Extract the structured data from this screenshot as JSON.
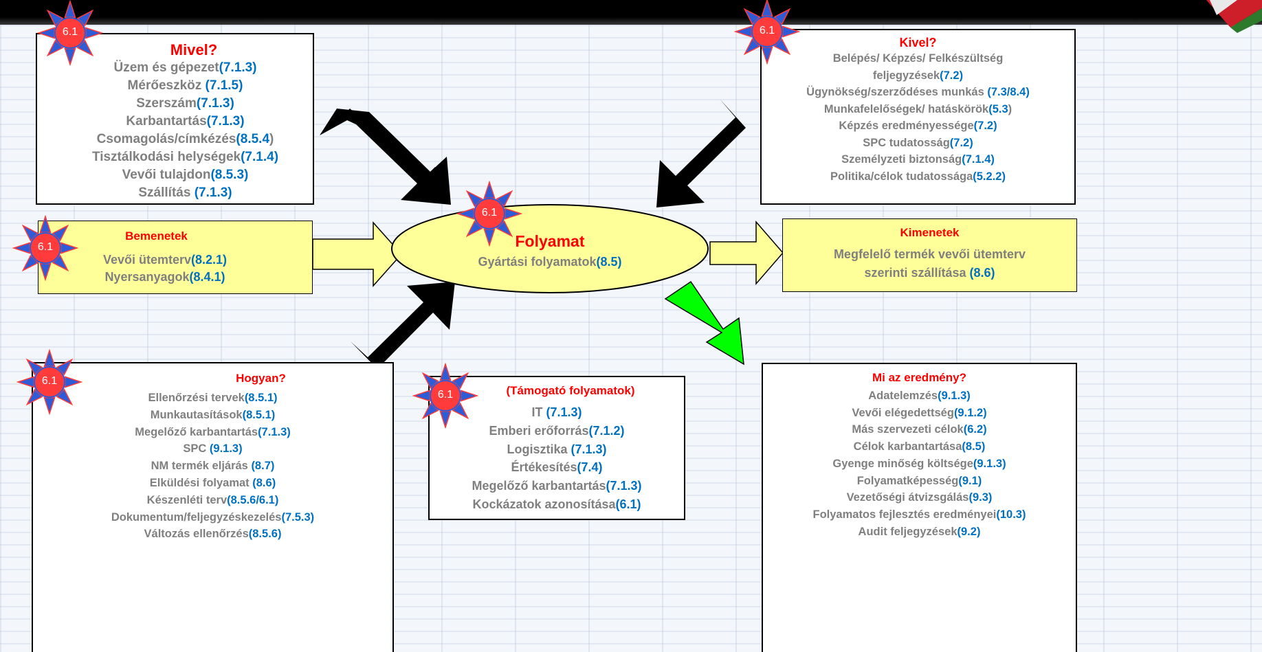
{
  "badge": "6.1",
  "colors": {
    "title_red": "#ff0000",
    "ref_blue": "#0070c0",
    "text_gray": "#7f7f7f",
    "box_yellow": "#ffff99",
    "arrow_black": "#000000",
    "arrow_green": "#00ff00"
  },
  "mivel": {
    "title": "Mivel?",
    "lines": [
      {
        "t": "Üzem és gépezet",
        "r": "(7.1.3)",
        "s": ""
      },
      {
        "t": "Mérőeszköz ",
        "r": "(7.1.5)",
        "s": ""
      },
      {
        "t": "Szerszám",
        "r": "(7.1.3)",
        "s": ""
      },
      {
        "t": "Karbantartás",
        "r": "(7.1.3)",
        "s": ""
      },
      {
        "t": "Csomagolás/címkézés",
        "r": "(8.5.4",
        "s": ")"
      },
      {
        "t": "Tisztálkodási helységek",
        "r": "(7.1.4)",
        "s": ""
      },
      {
        "t": "Vevői tulajdon",
        "r": "(8.5.3)",
        "s": ""
      },
      {
        "t": "Szállítás ",
        "r": "(7.1.3)",
        "s": ""
      }
    ]
  },
  "kivel": {
    "title": "Kivel?",
    "lines": [
      {
        "t": "Belépés/ Képzés/ Felkészültség",
        "r": "",
        "s": ""
      },
      {
        "t": "feljegyzések",
        "r": "(7.2)",
        "s": ""
      },
      {
        "t": "Ügynökség/szerződéses munkás ",
        "r": "(7.3/8.4)",
        "s": ""
      },
      {
        "t": "Munkafelelőségek/ hatáskörök",
        "r": "(5.3",
        "s": ")"
      },
      {
        "t": "Képzés eredményessége",
        "r": "(7.2)",
        "s": ""
      },
      {
        "t": "SPC tudatosság",
        "r": "(7.2)",
        "s": ""
      },
      {
        "t": "Személyzeti biztonság",
        "r": "(7.1.4)",
        "s": ""
      },
      {
        "t": "Politika/célok tudatossága",
        "r": "(5.2.2)",
        "s": ""
      }
    ]
  },
  "bemenetek": {
    "title": "Bemenetek",
    "lines": [
      {
        "t": "Vevői ütemterv",
        "r": "(8.2.1)",
        "s": ""
      },
      {
        "t": "Nyersanyagok",
        "r": "(8.4.1)",
        "s": ""
      }
    ]
  },
  "folyamat": {
    "title": "Folyamat",
    "line": {
      "t": "Gyártási folyamatok",
      "r": "(8.5)",
      "s": ""
    }
  },
  "kimenetek": {
    "title": "Kimenetek",
    "lines": [
      {
        "t": "Megfelelő termék vevői ütemterv",
        "r": "",
        "s": ""
      },
      {
        "t": "szerinti szállítása ",
        "r": "(8.6)",
        "s": ""
      }
    ]
  },
  "hogyan": {
    "title": "Hogyan?",
    "lines": [
      {
        "t": "Ellenőrzési tervek",
        "r": "(8.5.1)",
        "s": ""
      },
      {
        "t": "Munkautasítások",
        "r": "(8.5.1)",
        "s": ""
      },
      {
        "t": "Megelőző karbantartás",
        "r": "(7.1.3)",
        "s": ""
      },
      {
        "t": "SPC ",
        "r": "(9.1.3)",
        "s": ""
      },
      {
        "t": "NM termék eljárás ",
        "r": "(8.7)",
        "s": ""
      },
      {
        "t": "Elküldési folyamat ",
        "r": "(8.6)",
        "s": ""
      },
      {
        "t": "Készenléti terv",
        "r": "(8.5.6/6.1)",
        "s": ""
      },
      {
        "t": "Dokumentum/feljegyzéskezelés",
        "r": "(7.5.3)",
        "s": ""
      },
      {
        "t": "Változás ellenőrzés",
        "r": "(8.5.6)",
        "s": ""
      }
    ]
  },
  "tamogato": {
    "title": "(Támogató folyamatok)",
    "lines": [
      {
        "t": "IT ",
        "r": "(7.1.3)",
        "s": ""
      },
      {
        "t": "Emberi erőforrás",
        "r": "(7.1.2)",
        "s": ""
      },
      {
        "t": "Logisztika ",
        "r": "(7.1.3)",
        "s": ""
      },
      {
        "t": "Értékesítés",
        "r": "(7.4)",
        "s": ""
      },
      {
        "t": "Megelőző karbantartás",
        "r": "(7.1.3)",
        "s": ""
      },
      {
        "t": "Kockázatok azonosítása",
        "r": "(6.1)",
        "s": ""
      }
    ]
  },
  "eredmeny": {
    "title": "Mi az eredmény?",
    "lines": [
      {
        "t": "Adatelemzés",
        "r": "(9.1.3)",
        "s": ""
      },
      {
        "t": "Vevői elégedettség",
        "r": "(9.1.2)",
        "s": ""
      },
      {
        "t": "Más szervezeti célok",
        "r": "(6.2)",
        "s": ""
      },
      {
        "t": "Célok karbantartása",
        "r": "(8.5)",
        "s": ""
      },
      {
        "t": "Gyenge minőség költsége",
        "r": "(9.1.3)",
        "s": ""
      },
      {
        "t": "Folyamatképesség",
        "r": "(9.1)",
        "s": ""
      },
      {
        "t": "Vezetőségi átvizsgálás",
        "r": "(9.3)",
        "s": ""
      },
      {
        "t": "Folyamatos fejlesztés eredményei",
        "r": "(10.3)",
        "s": ""
      },
      {
        "t": "Audit feljegyzések",
        "r": "(9.2)",
        "s": ""
      }
    ]
  }
}
